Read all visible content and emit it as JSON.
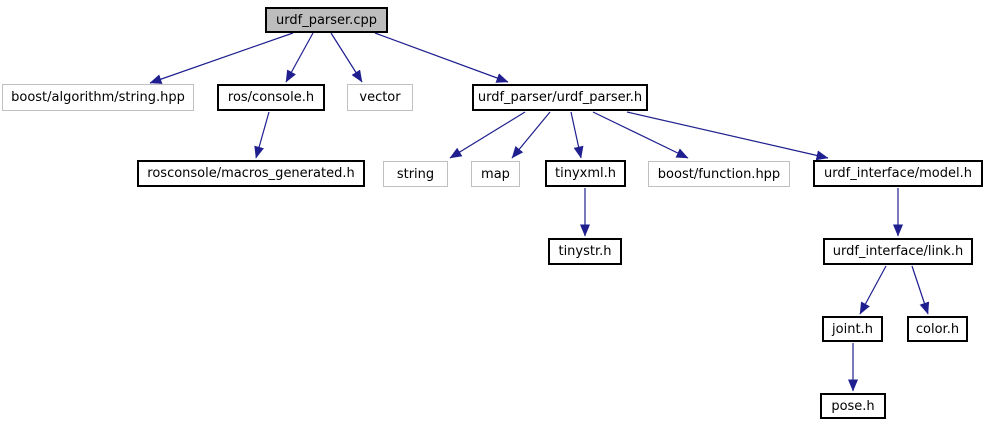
{
  "diagram": {
    "kind": "include-dependency-graph",
    "root_file": "urdf_parser.cpp",
    "colors": {
      "edge": "#1f1f8f",
      "root_fill": "#bdbdbd",
      "node_fill": "#ffffff",
      "linked_border": "#000000",
      "external_border": "#c0c0c0",
      "background": "#ffffff",
      "text": "#000000"
    },
    "nodes": [
      {
        "id": "urdf_parser_cpp",
        "label": "urdf_parser.cpp",
        "kind": "root"
      },
      {
        "id": "boost_algorithm_string_hpp",
        "label": "boost/algorithm/string.hpp",
        "kind": "external"
      },
      {
        "id": "ros_console_h",
        "label": "ros/console.h",
        "kind": "linked"
      },
      {
        "id": "vector",
        "label": "vector",
        "kind": "external"
      },
      {
        "id": "urdf_parser_urdf_parser_h",
        "label": "urdf_parser/urdf_parser.h",
        "kind": "linked"
      },
      {
        "id": "rosconsole_macros_generated_h",
        "label": "rosconsole/macros_generated.h",
        "kind": "linked"
      },
      {
        "id": "string",
        "label": "string",
        "kind": "external"
      },
      {
        "id": "map",
        "label": "map",
        "kind": "external"
      },
      {
        "id": "tinyxml_h",
        "label": "tinyxml.h",
        "kind": "linked"
      },
      {
        "id": "boost_function_hpp",
        "label": "boost/function.hpp",
        "kind": "external"
      },
      {
        "id": "urdf_interface_model_h",
        "label": "urdf_interface/model.h",
        "kind": "linked"
      },
      {
        "id": "tinystr_h",
        "label": "tinystr.h",
        "kind": "linked"
      },
      {
        "id": "urdf_interface_link_h",
        "label": "urdf_interface/link.h",
        "kind": "linked"
      },
      {
        "id": "joint_h",
        "label": "joint.h",
        "kind": "linked"
      },
      {
        "id": "color_h",
        "label": "color.h",
        "kind": "linked"
      },
      {
        "id": "pose_h",
        "label": "pose.h",
        "kind": "linked"
      }
    ],
    "edges": [
      {
        "from": "urdf_parser_cpp",
        "to": "boost_algorithm_string_hpp"
      },
      {
        "from": "urdf_parser_cpp",
        "to": "ros_console_h"
      },
      {
        "from": "urdf_parser_cpp",
        "to": "vector"
      },
      {
        "from": "urdf_parser_cpp",
        "to": "urdf_parser_urdf_parser_h"
      },
      {
        "from": "ros_console_h",
        "to": "rosconsole_macros_generated_h"
      },
      {
        "from": "urdf_parser_urdf_parser_h",
        "to": "string"
      },
      {
        "from": "urdf_parser_urdf_parser_h",
        "to": "map"
      },
      {
        "from": "urdf_parser_urdf_parser_h",
        "to": "tinyxml_h"
      },
      {
        "from": "urdf_parser_urdf_parser_h",
        "to": "boost_function_hpp"
      },
      {
        "from": "urdf_parser_urdf_parser_h",
        "to": "urdf_interface_model_h"
      },
      {
        "from": "tinyxml_h",
        "to": "tinystr_h"
      },
      {
        "from": "urdf_interface_model_h",
        "to": "urdf_interface_link_h"
      },
      {
        "from": "urdf_interface_link_h",
        "to": "joint_h"
      },
      {
        "from": "urdf_interface_link_h",
        "to": "color_h"
      },
      {
        "from": "joint_h",
        "to": "pose_h"
      }
    ]
  }
}
